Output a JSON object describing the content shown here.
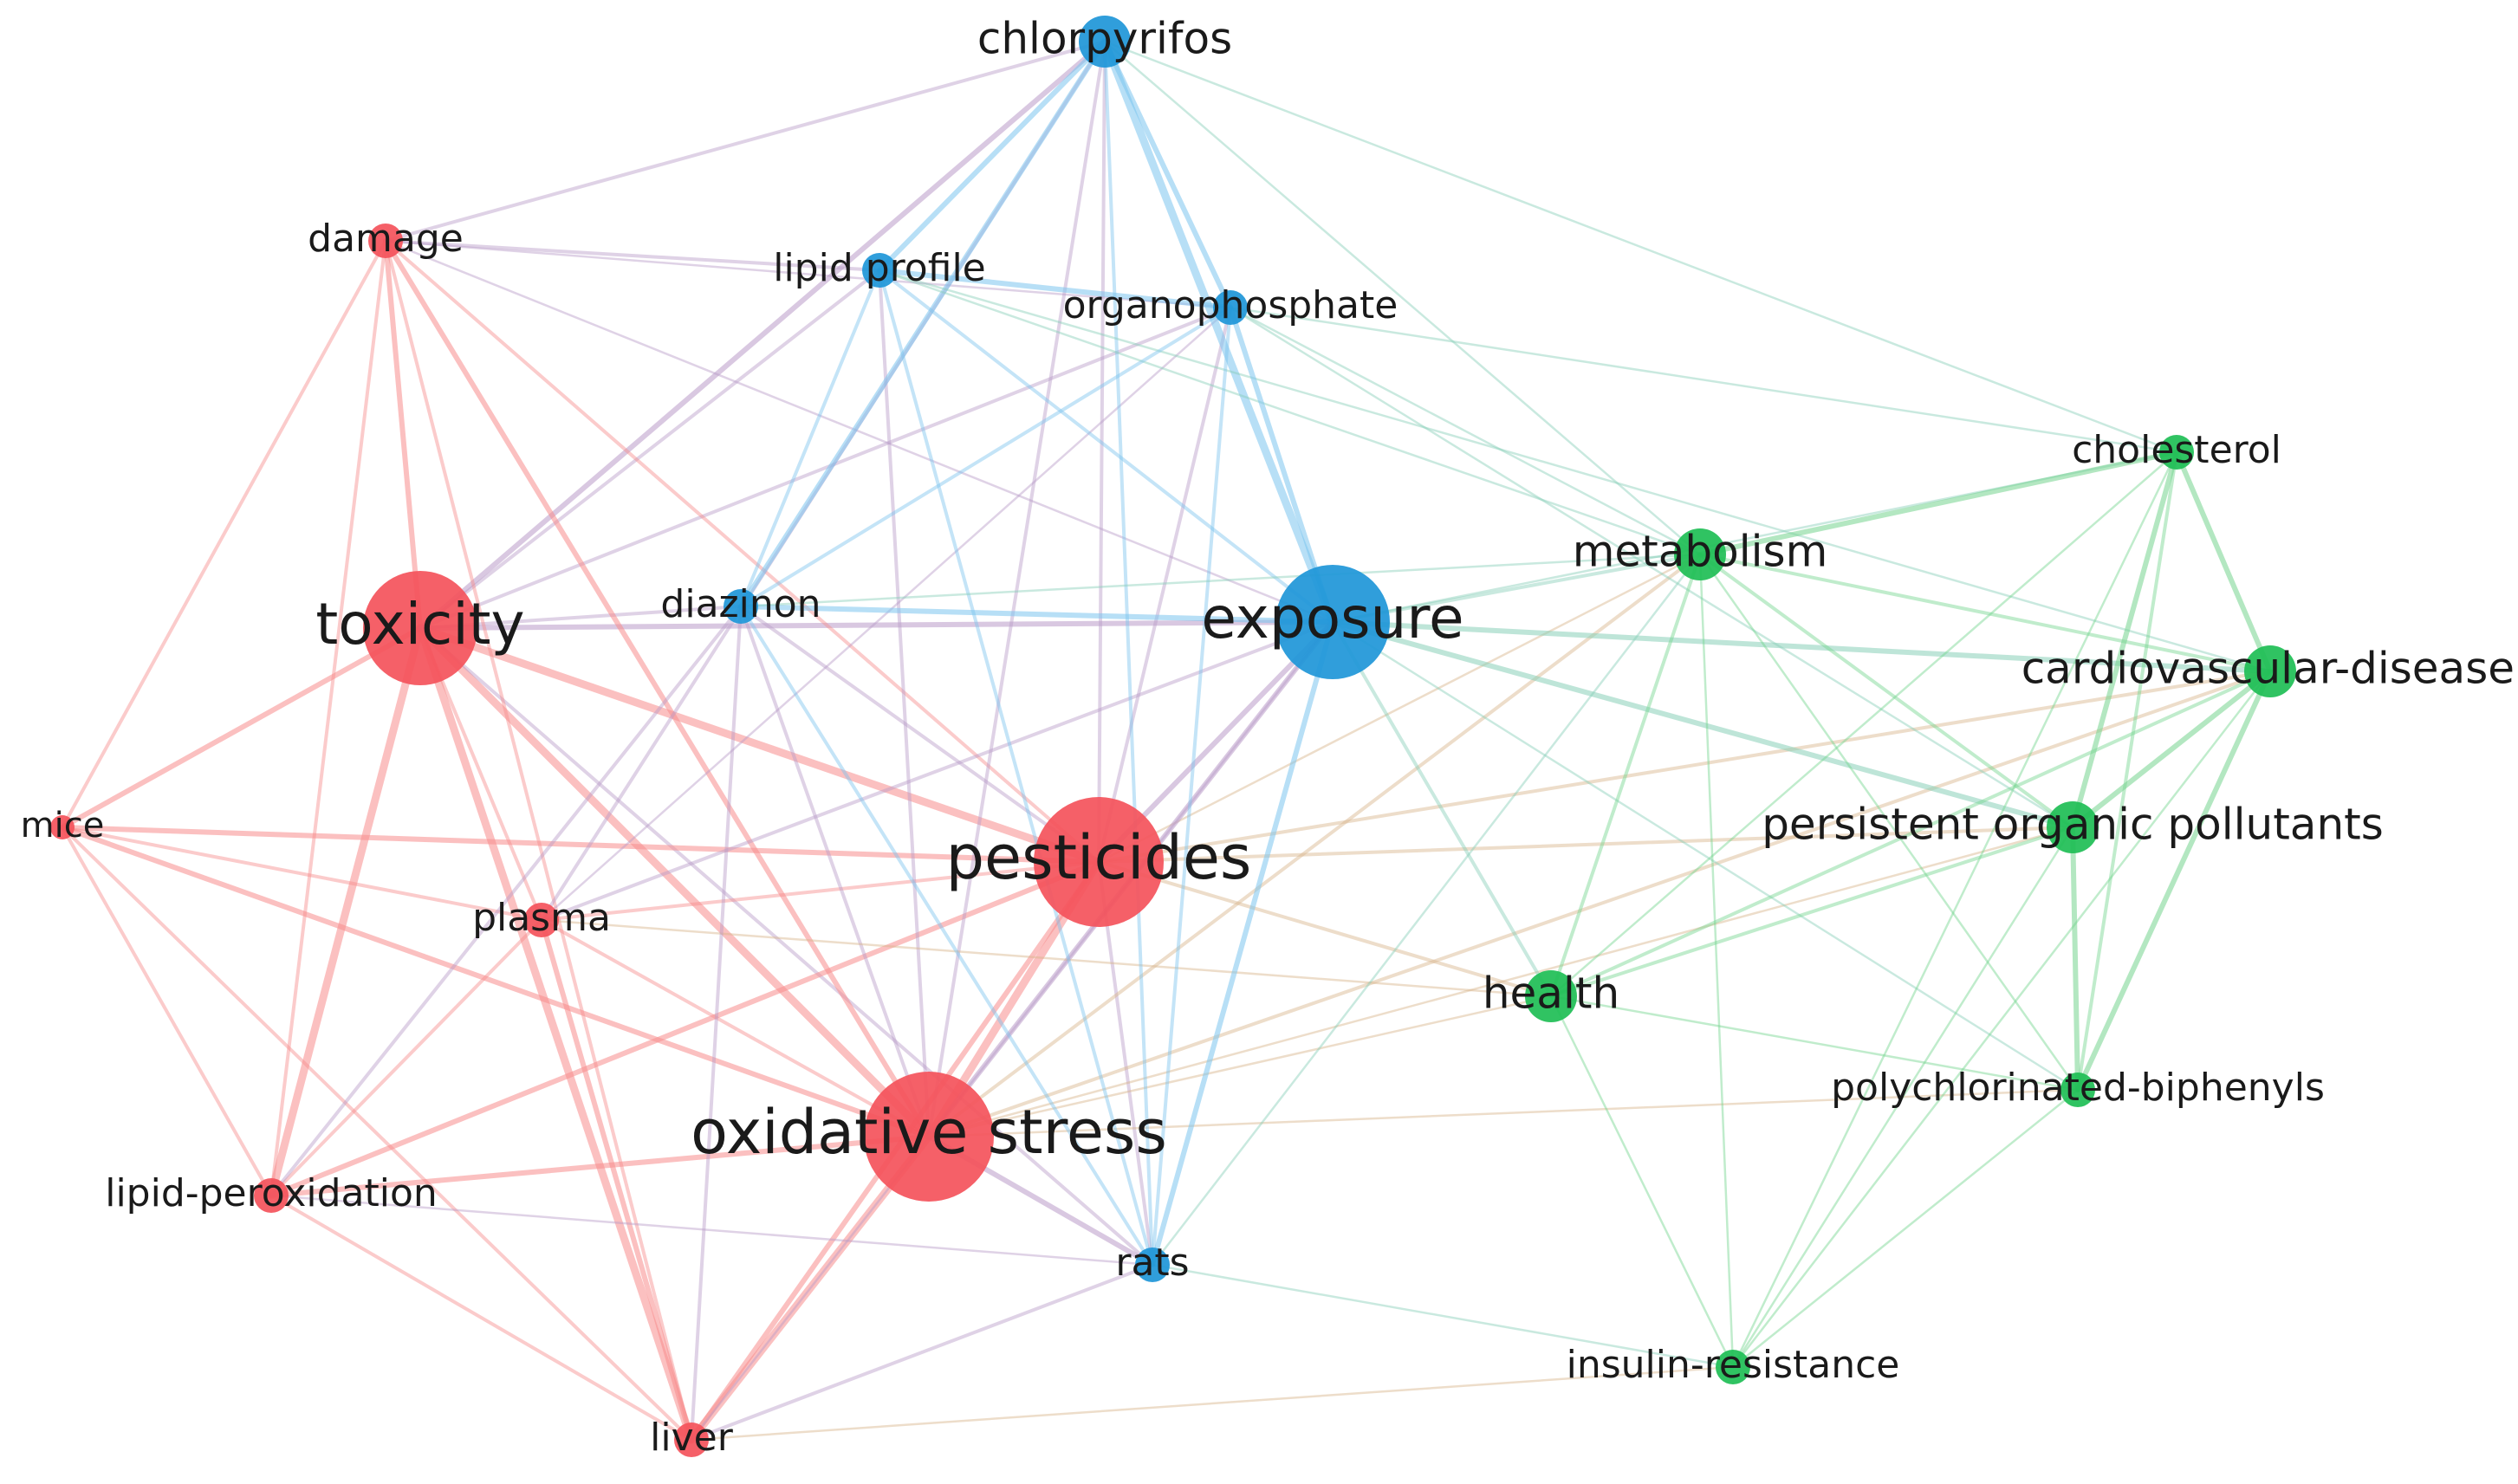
{
  "colors": {
    "cluster_red": "#f4535b",
    "cluster_blue": "#1e96d8",
    "cluster_green": "#1ebe55",
    "edge_red": "#f78c8c",
    "edge_blue": "#7cc4ee",
    "edge_green": "#74d48e",
    "edge_mixed_rb": "#b99bc8",
    "edge_mixed_rg": "#d6b48a",
    "edge_mixed_bg": "#88cfb8"
  },
  "nodes": [
    {
      "id": "chlorpyrifos",
      "label": "chlorpyrifos",
      "cluster": "blue",
      "weight": 3
    },
    {
      "id": "damage",
      "label": "damage",
      "cluster": "red",
      "weight": 2
    },
    {
      "id": "lipid_profile",
      "label": "lipid profile",
      "cluster": "blue",
      "weight": 2
    },
    {
      "id": "organophosphate",
      "label": "organophosphate",
      "cluster": "blue",
      "weight": 2
    },
    {
      "id": "cholesterol",
      "label": "cholesterol",
      "cluster": "green",
      "weight": 2
    },
    {
      "id": "metabolism",
      "label": "metabolism",
      "cluster": "green",
      "weight": 3
    },
    {
      "id": "toxicity",
      "label": "toxicity",
      "cluster": "red",
      "weight": 6
    },
    {
      "id": "diazinon",
      "label": "diazinon",
      "cluster": "blue",
      "weight": 2
    },
    {
      "id": "exposure",
      "label": "exposure",
      "cluster": "blue",
      "weight": 6
    },
    {
      "id": "cardiovascular_disease",
      "label": "cardiovascular-disease",
      "cluster": "green",
      "weight": 3
    },
    {
      "id": "mice",
      "label": "mice",
      "cluster": "red",
      "weight": 1
    },
    {
      "id": "pesticides",
      "label": "pesticides",
      "cluster": "red",
      "weight": 7
    },
    {
      "id": "persistent_organic_pollutants",
      "label": "persistent organic pollutants",
      "cluster": "green",
      "weight": 3
    },
    {
      "id": "plasma",
      "label": "plasma",
      "cluster": "red",
      "weight": 2
    },
    {
      "id": "health",
      "label": "health",
      "cluster": "green",
      "weight": 3
    },
    {
      "id": "polychlorinated_biphenyls",
      "label": "polychlorinated-biphenyls",
      "cluster": "green",
      "weight": 2
    },
    {
      "id": "oxidative_stress",
      "label": "oxidative stress",
      "cluster": "red",
      "weight": 7
    },
    {
      "id": "lipid_peroxidation",
      "label": "lipid-peroxidation",
      "cluster": "red",
      "weight": 2
    },
    {
      "id": "rats",
      "label": "rats",
      "cluster": "blue",
      "weight": 2
    },
    {
      "id": "insulin_resistance",
      "label": "insulin-resistance",
      "cluster": "green",
      "weight": 2
    },
    {
      "id": "liver",
      "label": "liver",
      "cluster": "red",
      "weight": 2
    }
  ],
  "edges": [
    [
      "toxicity",
      "pesticides",
      4
    ],
    [
      "toxicity",
      "oxidative_stress",
      4
    ],
    [
      "toxicity",
      "liver",
      4
    ],
    [
      "toxicity",
      "lipid_peroxidation",
      4
    ],
    [
      "toxicity",
      "mice",
      3
    ],
    [
      "toxicity",
      "damage",
      3
    ],
    [
      "toxicity",
      "plasma",
      2
    ],
    [
      "toxicity",
      "diazinon",
      2
    ],
    [
      "toxicity",
      "exposure",
      3
    ],
    [
      "toxicity",
      "chlorpyrifos",
      3
    ],
    [
      "toxicity",
      "lipid_profile",
      2
    ],
    [
      "toxicity",
      "rats",
      2
    ],
    [
      "toxicity",
      "organophosphate",
      2
    ],
    [
      "pesticides",
      "oxidative_stress",
      4
    ],
    [
      "pesticides",
      "exposure",
      3
    ],
    [
      "pesticides",
      "mice",
      3
    ],
    [
      "pesticides",
      "plasma",
      2
    ],
    [
      "pesticides",
      "damage",
      2
    ],
    [
      "pesticides",
      "diazinon",
      2
    ],
    [
      "pesticides",
      "lipid_peroxidation",
      3
    ],
    [
      "pesticides",
      "liver",
      3
    ],
    [
      "pesticides",
      "health",
      2
    ],
    [
      "pesticides",
      "rats",
      2
    ],
    [
      "pesticides",
      "organophosphate",
      2
    ],
    [
      "pesticides",
      "chlorpyrifos",
      2
    ],
    [
      "pesticides",
      "persistent_organic_pollutants",
      2
    ],
    [
      "pesticides",
      "cardiovascular_disease",
      2
    ],
    [
      "pesticides",
      "metabolism",
      1
    ],
    [
      "oxidative_stress",
      "liver",
      4
    ],
    [
      "oxidative_stress",
      "lipid_peroxidation",
      3
    ],
    [
      "oxidative_stress",
      "mice",
      3
    ],
    [
      "oxidative_stress",
      "damage",
      3
    ],
    [
      "oxidative_stress",
      "plasma",
      2
    ],
    [
      "oxidative_stress",
      "rats",
      3
    ],
    [
      "oxidative_stress",
      "diazinon",
      2
    ],
    [
      "oxidative_stress",
      "exposure",
      3
    ],
    [
      "oxidative_stress",
      "chlorpyrifos",
      2
    ],
    [
      "oxidative_stress",
      "lipid_profile",
      2
    ],
    [
      "oxidative_stress",
      "metabolism",
      2
    ],
    [
      "oxidative_stress",
      "health",
      1
    ],
    [
      "oxidative_stress",
      "cardiovascular_disease",
      2
    ],
    [
      "oxidative_stress",
      "polychlorinated_biphenyls",
      1
    ],
    [
      "oxidative_stress",
      "persistent_organic_pollutants",
      1
    ],
    [
      "damage",
      "mice",
      2
    ],
    [
      "damage",
      "liver",
      2
    ],
    [
      "damage",
      "lipid_peroxidation",
      2
    ],
    [
      "damage",
      "lipid_profile",
      2
    ],
    [
      "damage",
      "chlorpyrifos",
      2
    ],
    [
      "damage",
      "organophosphate",
      1
    ],
    [
      "damage",
      "exposure",
      1
    ],
    [
      "mice",
      "liver",
      2
    ],
    [
      "mice",
      "lipid_peroxidation",
      2
    ],
    [
      "mice",
      "plasma",
      2
    ],
    [
      "plasma",
      "liver",
      3
    ],
    [
      "plasma",
      "lipid_peroxidation",
      2
    ],
    [
      "plasma",
      "chlorpyrifos",
      2
    ],
    [
      "plasma",
      "exposure",
      2
    ],
    [
      "plasma",
      "health",
      1
    ],
    [
      "plasma",
      "organophosphate",
      1
    ],
    [
      "lipid_peroxidation",
      "liver",
      2
    ],
    [
      "lipid_peroxidation",
      "diazinon",
      2
    ],
    [
      "lipid_peroxidation",
      "rats",
      1
    ],
    [
      "liver",
      "diazinon",
      2
    ],
    [
      "liver",
      "rats",
      2
    ],
    [
      "liver",
      "insulin_resistance",
      1
    ],
    [
      "liver",
      "exposure",
      1
    ],
    [
      "chlorpyrifos",
      "lipid_profile",
      3
    ],
    [
      "chlorpyrifos",
      "organophosphate",
      3
    ],
    [
      "chlorpyrifos",
      "exposure",
      4
    ],
    [
      "chlorpyrifos",
      "diazinon",
      3
    ],
    [
      "chlorpyrifos",
      "rats",
      2
    ],
    [
      "chlorpyrifos",
      "metabolism",
      1
    ],
    [
      "chlorpyrifos",
      "cholesterol",
      1
    ],
    [
      "lipid_profile",
      "organophosphate",
      3
    ],
    [
      "lipid_profile",
      "diazinon",
      2
    ],
    [
      "lipid_profile",
      "exposure",
      2
    ],
    [
      "lipid_profile",
      "rats",
      2
    ],
    [
      "lipid_profile",
      "metabolism",
      1
    ],
    [
      "lipid_profile",
      "cardiovascular_disease",
      1
    ],
    [
      "organophosphate",
      "exposure",
      3
    ],
    [
      "organophosphate",
      "diazinon",
      2
    ],
    [
      "organophosphate",
      "rats",
      2
    ],
    [
      "organophosphate",
      "metabolism",
      1
    ],
    [
      "organophosphate",
      "persistent_organic_pollutants",
      1
    ],
    [
      "organophosphate",
      "cholesterol",
      1
    ],
    [
      "diazinon",
      "exposure",
      3
    ],
    [
      "diazinon",
      "rats",
      2
    ],
    [
      "diazinon",
      "metabolism",
      1
    ],
    [
      "exposure",
      "rats",
      3
    ],
    [
      "exposure",
      "metabolism",
      2
    ],
    [
      "exposure",
      "cardiovascular_disease",
      3
    ],
    [
      "exposure",
      "persistent_organic_pollutants",
      3
    ],
    [
      "exposure",
      "health",
      2
    ],
    [
      "exposure",
      "polychlorinated_biphenyls",
      1
    ],
    [
      "exposure",
      "cholesterol",
      1
    ],
    [
      "rats",
      "insulin_resistance",
      1
    ],
    [
      "rats",
      "metabolism",
      1
    ],
    [
      "metabolism",
      "cholesterol",
      3
    ],
    [
      "metabolism",
      "cardiovascular_disease",
      2
    ],
    [
      "metabolism",
      "persistent_organic_pollutants",
      2
    ],
    [
      "metabolism",
      "health",
      2
    ],
    [
      "metabolism",
      "insulin_resistance",
      1
    ],
    [
      "metabolism",
      "polychlorinated_biphenyls",
      1
    ],
    [
      "cholesterol",
      "cardiovascular_disease",
      3
    ],
    [
      "cholesterol",
      "persistent_organic_pollutants",
      3
    ],
    [
      "cholesterol",
      "polychlorinated_biphenyls",
      2
    ],
    [
      "cholesterol",
      "health",
      1
    ],
    [
      "cholesterol",
      "insulin_resistance",
      1
    ],
    [
      "cardiovascular_disease",
      "persistent_organic_pollutants",
      3
    ],
    [
      "cardiovascular_disease",
      "polychlorinated_biphenyls",
      3
    ],
    [
      "cardiovascular_disease",
      "health",
      2
    ],
    [
      "cardiovascular_disease",
      "insulin_resistance",
      1
    ],
    [
      "persistent_organic_pollutants",
      "health",
      2
    ],
    [
      "persistent_organic_pollutants",
      "polychlorinated_biphenyls",
      3
    ],
    [
      "persistent_organic_pollutants",
      "insulin_resistance",
      1
    ],
    [
      "health",
      "insulin_resistance",
      1
    ],
    [
      "health",
      "polychlorinated_biphenyls",
      1
    ],
    [
      "polychlorinated_biphenyls",
      "insulin_resistance",
      1
    ]
  ]
}
